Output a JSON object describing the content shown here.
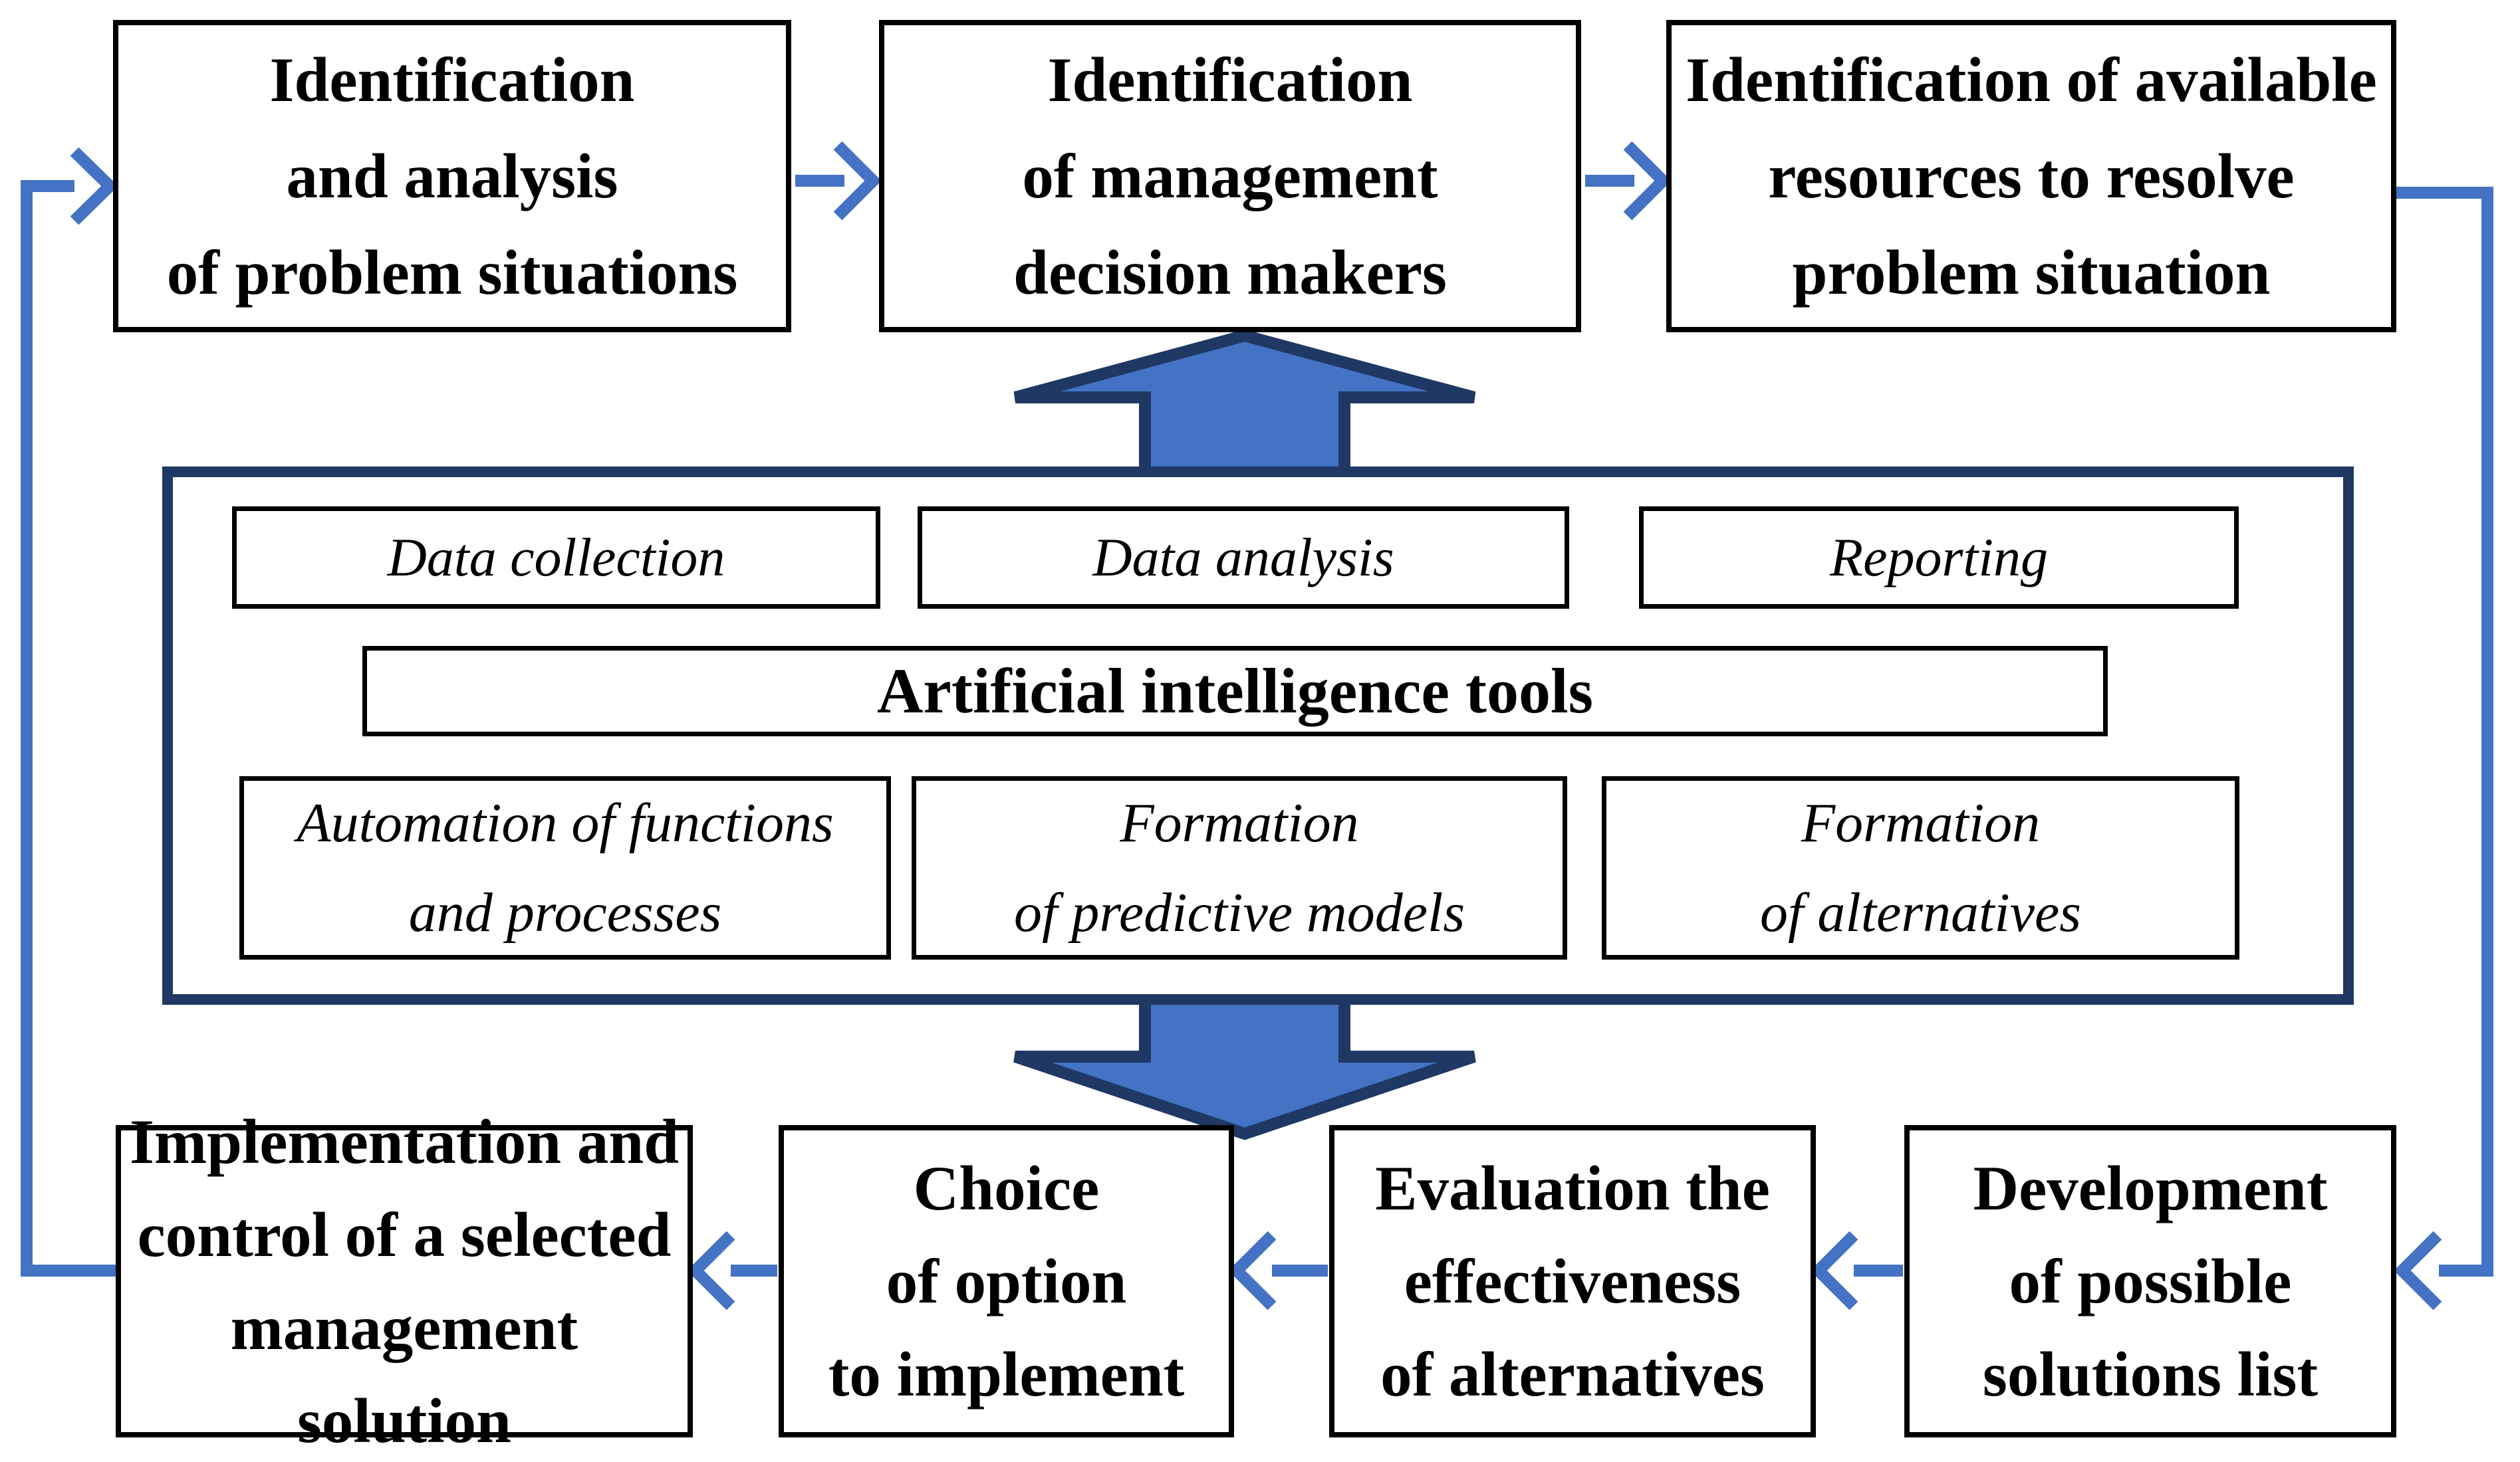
{
  "colors": {
    "arrow_blue": "#4472C4",
    "outline_navy": "#1F3864",
    "box_border": "#000000",
    "background": "#FFFFFF"
  },
  "top_row": [
    {
      "label": "Identification\nand analysis\nof problem situations"
    },
    {
      "label": "Identification\nof management\ndecision makers"
    },
    {
      "label": "Identification of available\nresources to resolve\nproblem situation"
    }
  ],
  "ai_block": {
    "title": "Artificial intelligence tools",
    "top_functions": [
      {
        "label": "Data collection"
      },
      {
        "label": "Data analysis"
      },
      {
        "label": "Reporting"
      }
    ],
    "bottom_functions": [
      {
        "label": "Automation of functions\nand processes"
      },
      {
        "label": "Formation\nof predictive models"
      },
      {
        "label": "Formation\nof alternatives"
      }
    ]
  },
  "bottom_row": [
    {
      "label": "Implementation and\ncontrol of a selected\nmanagement solution"
    },
    {
      "label": "Choice\nof option\nto implement"
    },
    {
      "label": "Evaluation the\neffectiveness\nof alternatives"
    },
    {
      "label": "Development\nof possible\nsolutions list"
    }
  ]
}
